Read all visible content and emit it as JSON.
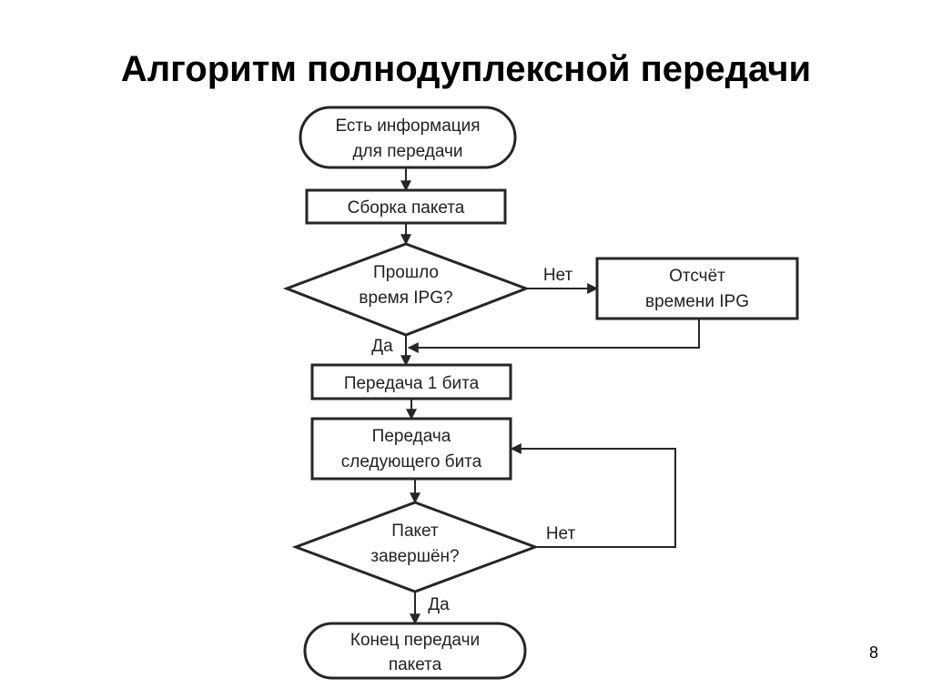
{
  "slide": {
    "title": "Алгоритм полнодуплексной передачи",
    "page_number": "8"
  },
  "flowchart": {
    "start": {
      "line1": "Есть информация",
      "line2": "для передачи"
    },
    "assemble": {
      "label": "Сборка пакета"
    },
    "ipg_check": {
      "line1": "Прошло",
      "line2": "время IPG?"
    },
    "ipg_no_label": "Нет",
    "ipg_count": {
      "line1": "Отсчёт",
      "line2": "времени IPG"
    },
    "ipg_yes_label": "Да",
    "send_first": {
      "label": "Передача 1 бита"
    },
    "send_next": {
      "line1": "Передача",
      "line2": "следующего бита"
    },
    "packet_check": {
      "line1": "Пакет",
      "line2": "завершён?"
    },
    "packet_no_label": "Нет",
    "packet_yes_label": "Да",
    "end": {
      "line1": "Конец передачи",
      "line2": "пакета"
    }
  }
}
